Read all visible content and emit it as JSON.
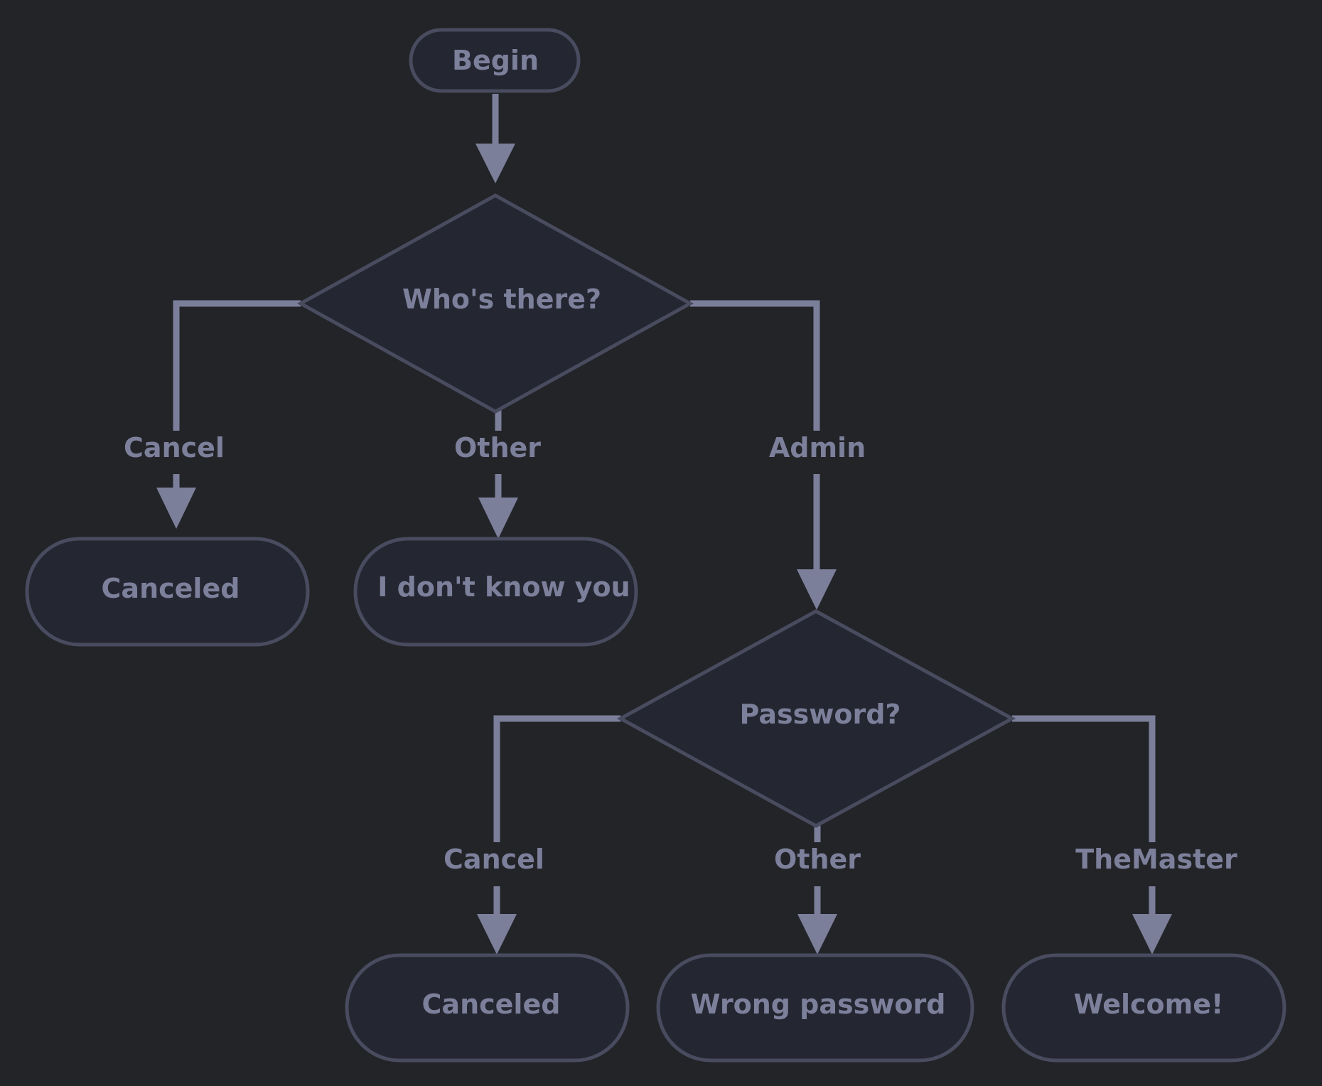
{
  "colors": {
    "background": "#232428",
    "node_fill": "#242631",
    "node_stroke": "#494b5f",
    "edge": "#7b7f9a",
    "text": "#7d809b"
  },
  "nodes": {
    "begin": {
      "label": "Begin",
      "shape": "terminal"
    },
    "whos_there": {
      "label": "Who's there?",
      "shape": "decision"
    },
    "canceled_1": {
      "label": "Canceled",
      "shape": "terminal"
    },
    "dont_know": {
      "label": "I don't know you",
      "shape": "terminal"
    },
    "password": {
      "label": "Password?",
      "shape": "decision"
    },
    "canceled_2": {
      "label": "Canceled",
      "shape": "terminal"
    },
    "wrong_password": {
      "label": "Wrong password",
      "shape": "terminal"
    },
    "welcome": {
      "label": "Welcome!",
      "shape": "terminal"
    }
  },
  "edges": {
    "begin_to_whos": {
      "from": "begin",
      "to": "whos_there",
      "label": ""
    },
    "whos_cancel": {
      "from": "whos_there",
      "to": "canceled_1",
      "label": "Cancel"
    },
    "whos_other": {
      "from": "whos_there",
      "to": "dont_know",
      "label": "Other"
    },
    "whos_admin": {
      "from": "whos_there",
      "to": "password",
      "label": "Admin"
    },
    "pw_cancel": {
      "from": "password",
      "to": "canceled_2",
      "label": "Cancel"
    },
    "pw_other": {
      "from": "password",
      "to": "wrong_password",
      "label": "Other"
    },
    "pw_master": {
      "from": "password",
      "to": "welcome",
      "label": "TheMaster"
    }
  }
}
